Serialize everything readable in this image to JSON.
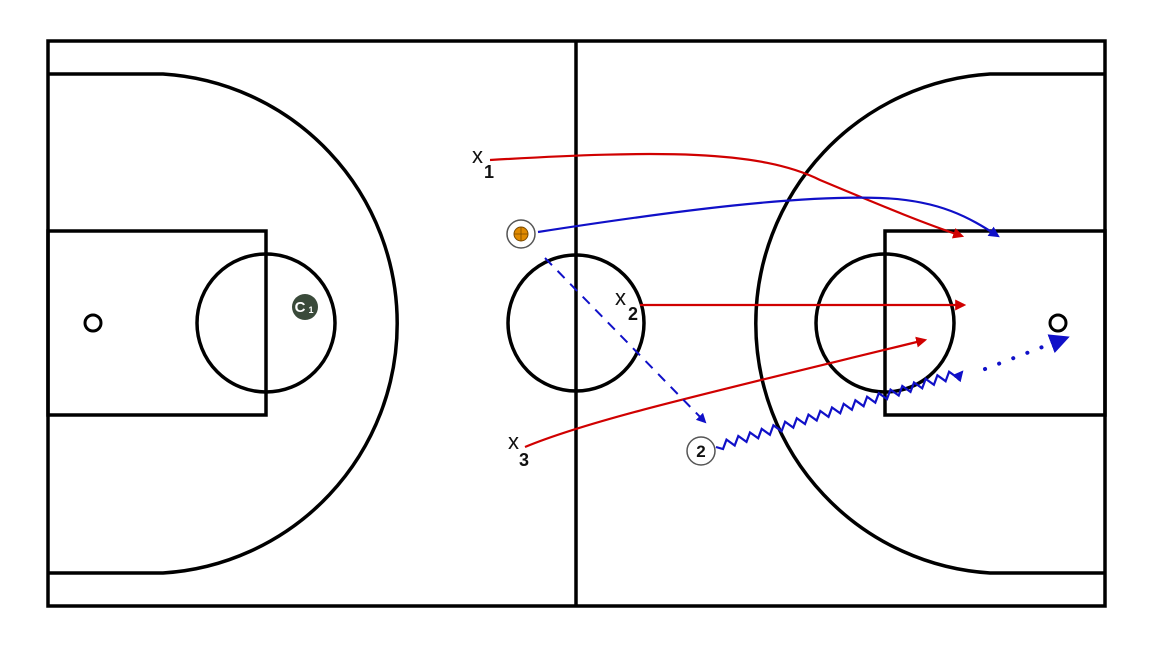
{
  "diagram": {
    "colors": {
      "court_lines": "#000000",
      "defender_cut": "#d00000",
      "ball_pass": "#1010c8",
      "coach_fill": "#3a4a3a",
      "ball": "#e08a00"
    },
    "defenders": [
      {
        "id": "x1",
        "letter": "x",
        "number": "1"
      },
      {
        "id": "x2",
        "letter": "x",
        "number": "2"
      },
      {
        "id": "x3",
        "letter": "x",
        "number": "3"
      }
    ],
    "offense": [
      {
        "id": "o2",
        "number": "2"
      }
    ],
    "coach": {
      "letter": "C",
      "number": "1"
    },
    "ball": {
      "icon": "basketball-icon"
    },
    "line_types": [
      "cut-arrow",
      "pass-arrow",
      "screen-dashed-arrow",
      "dribble-zigzag-arrow",
      "dotted-arrow"
    ]
  }
}
